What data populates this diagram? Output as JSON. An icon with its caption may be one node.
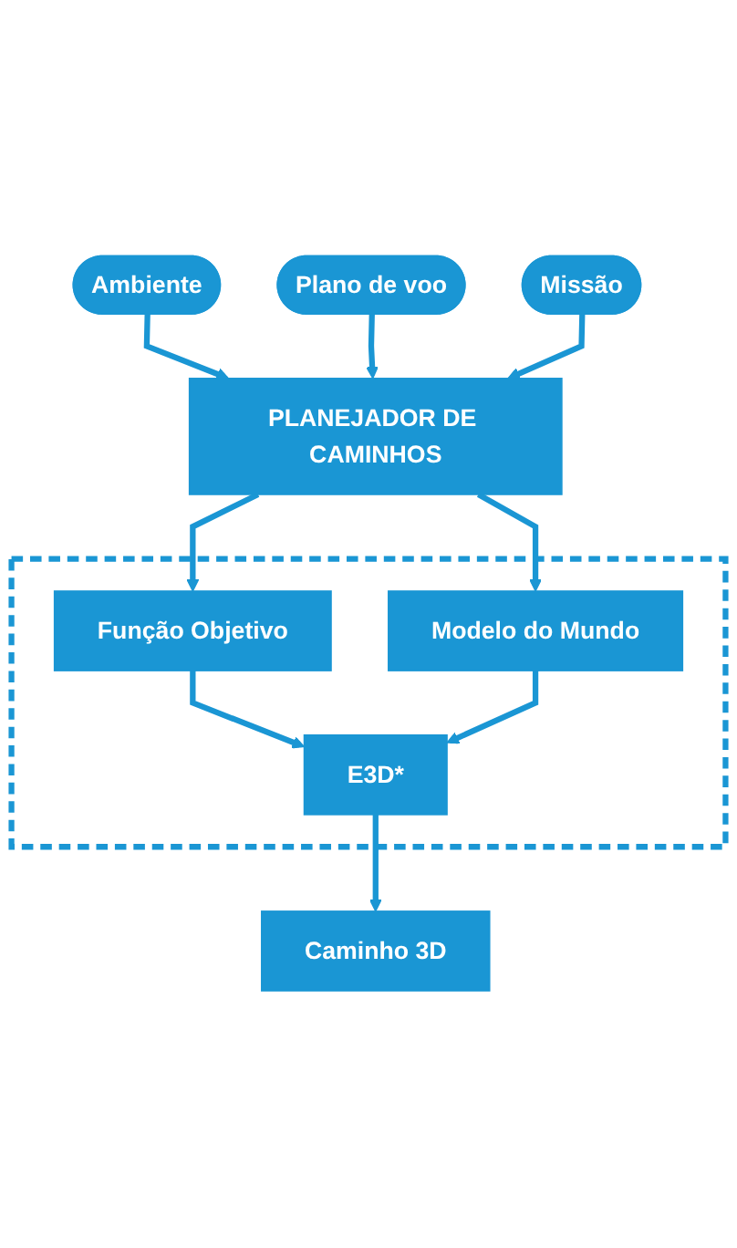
{
  "diagram": {
    "nodes": [
      {
        "text": [
          "Ambiente"
        ]
      },
      {
        "text": [
          "Plano de voo"
        ]
      },
      {
        "text": [
          "Missão"
        ]
      },
      {
        "text": [
          "PLANEJADOR DE CAMINHOS"
        ]
      },
      {
        "text": [],
        "shape": "box"
      },
      {
        "text": [
          "Função Objetivo"
        ],
        "in": 4
      },
      {
        "text": [
          "Modelo do Mundo"
        ],
        "in": 4
      },
      {
        "text": [
          "E3D*"
        ],
        "in": 4
      },
      {
        "text": [
          "Caminho 3D"
        ]
      }
    ],
    "edges": [
      {
        "from": 0,
        "to": 3,
        "arrow": "to"
      },
      {
        "from": 1,
        "to": 3,
        "arrow": "to"
      },
      {
        "from": 2,
        "to": 3,
        "arrow": "to"
      },
      {
        "from": 3,
        "to": 5,
        "arrow": "to"
      },
      {
        "from": 3,
        "to": 6,
        "arrow": "to"
      },
      {
        "from": 5,
        "to": 7,
        "arrow": "to"
      },
      {
        "from": 6,
        "to": 7,
        "arrow": "to"
      },
      {
        "from": 7,
        "to": 8,
        "arrow": "to"
      }
    ]
  }
}
